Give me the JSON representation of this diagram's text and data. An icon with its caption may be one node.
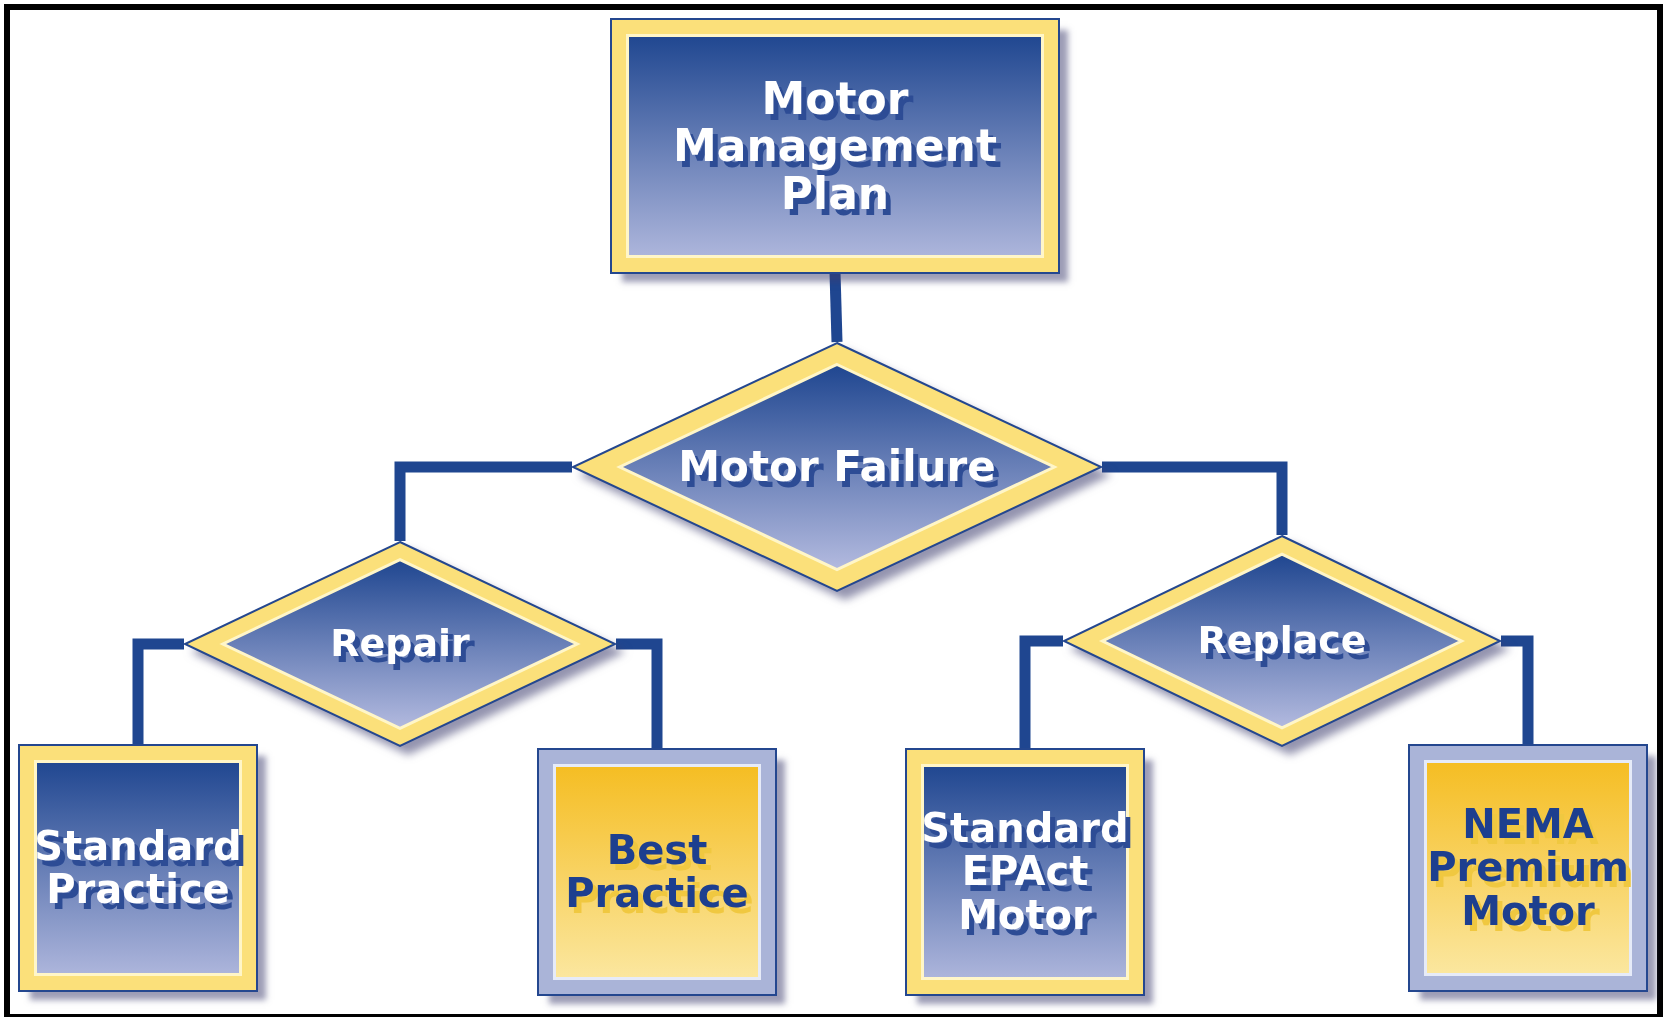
{
  "diagram": {
    "nodes": [
      {
        "text": [
          "Motor Management Plan"
        ]
      },
      {
        "text": [
          "Motor Failure"
        ]
      },
      {
        "text": [
          "Repair"
        ]
      },
      {
        "text": [
          "Replace"
        ]
      },
      {
        "text": [
          "Standard Practice"
        ]
      },
      {
        "text": [
          "Best Practice"
        ]
      },
      {
        "text": [
          "Standard EPAct Motor"
        ]
      },
      {
        "text": [
          "NEMA Premium Motor"
        ]
      }
    ],
    "edges": [
      {
        "from": 0,
        "to": 1,
        "arrow": "none"
      },
      {
        "from": 1,
        "to": 2,
        "arrow": "none"
      },
      {
        "from": 1,
        "to": 3,
        "arrow": "none"
      },
      {
        "from": 2,
        "to": 4,
        "arrow": "none"
      },
      {
        "from": 2,
        "to": 5,
        "arrow": "none"
      },
      {
        "from": 3,
        "to": 6,
        "arrow": "none"
      },
      {
        "from": 3,
        "to": 7,
        "arrow": "none"
      }
    ]
  }
}
